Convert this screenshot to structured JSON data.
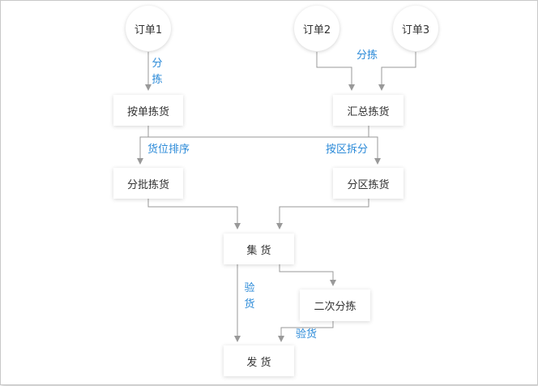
{
  "colors": {
    "label": "#2b8ad8",
    "line": "#999999",
    "text": "#333333"
  },
  "orders": {
    "order1": "订单1",
    "order2": "订单2",
    "order3": "订单3"
  },
  "boxes": {
    "pick_by_order": "按单拣货",
    "summary_pick": "汇总拣货",
    "batch_pick": "分批拣货",
    "zone_pick": "分区拣货",
    "consolidate": "集 货",
    "second_sort": "二次分拣",
    "ship": "发 货"
  },
  "edge_labels": {
    "sort_left": "分拣",
    "sort_right": "分拣",
    "sort_by_location": "货位排序",
    "split_by_zone": "按区拆分",
    "inspect_left": "验货",
    "inspect_right": "验货"
  }
}
